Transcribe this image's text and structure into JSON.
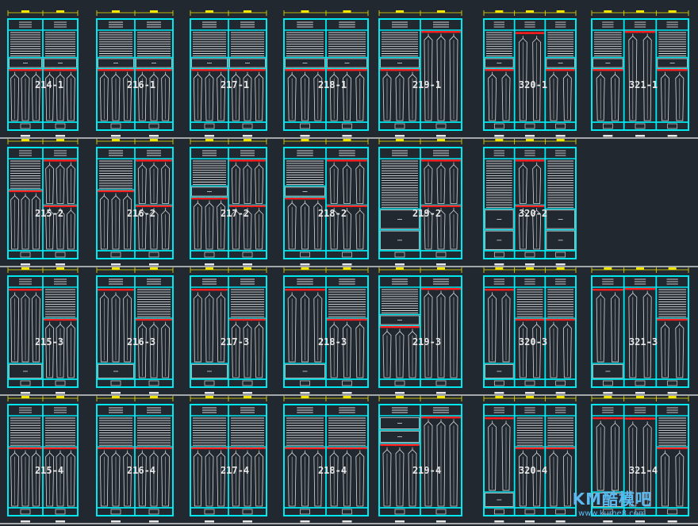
{
  "drawing": {
    "colors": {
      "background": "#212830",
      "frame": "#00e8f0",
      "garment": "#d8d8d8",
      "rod": "#ff1f1f",
      "dimension": "#f2e600",
      "row_separator": "#f4f4f4"
    },
    "rows": [
      {
        "units": [
          {
            "label": "214-1",
            "bays": [
              [
                "stack",
                "drawer",
                "rod",
                "hang"
              ],
              [
                "stack",
                "drawer",
                "rod",
                "hang"
              ]
            ]
          },
          {
            "label": "216-1",
            "bays": [
              [
                "stack",
                "drawer",
                "rod",
                "hang"
              ],
              [
                "stack",
                "drawer",
                "rod",
                "hang"
              ]
            ]
          },
          {
            "label": "217-1",
            "bays": [
              [
                "stack",
                "drawer",
                "rod",
                "hang"
              ],
              [
                "stack",
                "drawer",
                "rod",
                "hang"
              ]
            ]
          },
          {
            "label": "218-1",
            "bays": [
              [
                "stack",
                "drawer",
                "rod",
                "hang"
              ],
              [
                "stack",
                "drawer",
                "rod",
                "hang"
              ]
            ]
          },
          {
            "label": "219-1",
            "bays": [
              [
                "stack",
                "drawer",
                "rod",
                "hang"
              ],
              [
                "rod",
                "longhang"
              ]
            ]
          },
          {
            "label": "320-1",
            "bays": [
              [
                "stack",
                "drawer",
                "rod",
                "hang"
              ],
              [
                "rod",
                "hang"
              ],
              [
                "stack",
                "drawer",
                "rod",
                "hang"
              ]
            ]
          },
          {
            "label": "321-1",
            "bays": [
              [
                "stack",
                "drawer",
                "rod",
                "hang"
              ],
              [
                "rod",
                "longhang"
              ],
              [
                "stack",
                "drawer",
                "rod",
                "hang"
              ]
            ]
          }
        ]
      },
      {
        "units": [
          {
            "label": "215-2",
            "bays": [
              [
                "stack",
                "rod",
                "hang"
              ],
              [
                "rod",
                "hang",
                "rod",
                "hang"
              ]
            ]
          },
          {
            "label": "216-2",
            "bays": [
              [
                "stack",
                "rod",
                "hang"
              ],
              [
                "rod",
                "hang",
                "rod",
                "hang"
              ]
            ]
          },
          {
            "label": "217-2",
            "bays": [
              [
                "stack",
                "drawer",
                "rod",
                "hang"
              ],
              [
                "rod",
                "hang",
                "rod",
                "hang"
              ]
            ]
          },
          {
            "label": "218-2",
            "bays": [
              [
                "stack",
                "drawer",
                "rod",
                "hang"
              ],
              [
                "rod",
                "hang",
                "rod",
                "hang"
              ]
            ]
          },
          {
            "label": "219-2",
            "bays": [
              [
                "stack",
                "drawer",
                "drawer"
              ],
              [
                "rod",
                "hang",
                "rod",
                "hang"
              ]
            ]
          },
          {
            "label": "320-2",
            "bays": [
              [
                "stack",
                "drawer",
                "drawer"
              ],
              [
                "rod",
                "hang",
                "rod",
                "hang"
              ],
              [
                "stack",
                "drawer",
                "drawer"
              ]
            ]
          }
        ]
      },
      {
        "units": [
          {
            "label": "215-3",
            "bays": [
              [
                "rod",
                "hang",
                "drawer"
              ],
              [
                "stack",
                "rod",
                "hang"
              ]
            ]
          },
          {
            "label": "216-3",
            "bays": [
              [
                "rod",
                "hang",
                "drawer"
              ],
              [
                "stack",
                "rod",
                "hang"
              ]
            ]
          },
          {
            "label": "217-3",
            "bays": [
              [
                "rod",
                "hang",
                "drawer"
              ],
              [
                "stack",
                "rod",
                "hang"
              ]
            ]
          },
          {
            "label": "218-3",
            "bays": [
              [
                "rod",
                "hang",
                "drawer"
              ],
              [
                "stack",
                "rod",
                "hang"
              ]
            ]
          },
          {
            "label": "219-3",
            "bays": [
              [
                "stack",
                "drawer",
                "rod",
                "hang"
              ],
              [
                "rod",
                "longhang"
              ]
            ]
          },
          {
            "label": "320-3",
            "bays": [
              [
                "rod",
                "hang",
                "drawer"
              ],
              [
                "stack",
                "rod",
                "hang"
              ],
              [
                "stack",
                "rod",
                "hang"
              ]
            ]
          },
          {
            "label": "321-3",
            "bays": [
              [
                "rod",
                "hang",
                "drawer"
              ],
              [
                "rod",
                "longhang"
              ],
              [
                "stack",
                "rod",
                "hang"
              ]
            ]
          }
        ]
      },
      {
        "units": [
          {
            "label": "215-4",
            "bays": [
              [
                "stack",
                "rod",
                "hang"
              ],
              [
                "stack",
                "rod",
                "hang"
              ]
            ]
          },
          {
            "label": "216-4",
            "bays": [
              [
                "stack",
                "rod",
                "hang"
              ],
              [
                "stack",
                "rod",
                "hang"
              ]
            ]
          },
          {
            "label": "217-4",
            "bays": [
              [
                "stack",
                "rod",
                "hang"
              ],
              [
                "stack",
                "rod",
                "hang"
              ]
            ]
          },
          {
            "label": "218-4",
            "bays": [
              [
                "stack",
                "rod",
                "hang"
              ],
              [
                "stack",
                "rod",
                "hang"
              ]
            ]
          },
          {
            "label": "219-4",
            "bays": [
              [
                "drawer",
                "drawer",
                "rod",
                "hang"
              ],
              [
                "rod",
                "longhang"
              ]
            ]
          },
          {
            "label": "320-4",
            "bays": [
              [
                "rod",
                "hang",
                "drawer"
              ],
              [
                "stack",
                "rod",
                "hang"
              ],
              [
                "stack",
                "rod",
                "hang"
              ]
            ]
          },
          {
            "label": "321-4",
            "bays": [
              [
                "rod",
                "hang",
                "drawer"
              ],
              [
                "rod",
                "hang"
              ],
              [
                "stack",
                "rod",
                "hang"
              ]
            ]
          }
        ]
      }
    ]
  },
  "watermark": {
    "brand": "KM酷模吧",
    "site": "www.kume8.com"
  }
}
